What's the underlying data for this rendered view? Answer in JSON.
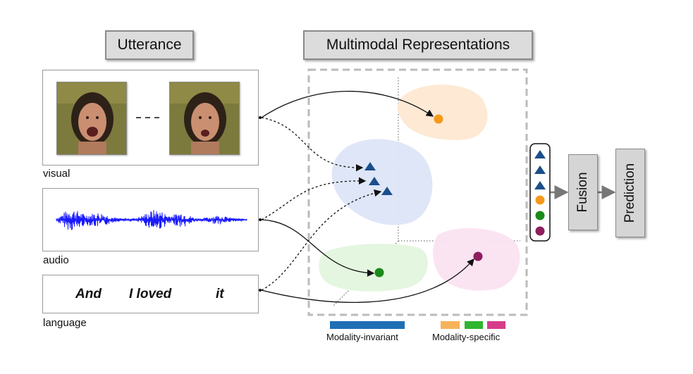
{
  "headers": {
    "utterance": "Utterance",
    "representations": "Multimodal Representations"
  },
  "modalities": {
    "visual": "visual",
    "audio": "audio",
    "language": "language"
  },
  "sentence": [
    "And",
    "I loved",
    "it"
  ],
  "legend": {
    "invariant": "Modality-invariant",
    "specific": "Modality-specific",
    "invariant_color": "#1f6fb5",
    "specific_colors": [
      "#f7b35a",
      "#2fb52f",
      "#d63c8a"
    ]
  },
  "stages": {
    "fusion": "Fusion",
    "prediction": "Prediction"
  },
  "colors": {
    "invariant_marker": "#1b4f8c",
    "visual_marker": "#f59a1b",
    "audio_marker": "#1a8a1a",
    "language_marker": "#8e1e5e",
    "waveform": "#1a1aff"
  }
}
